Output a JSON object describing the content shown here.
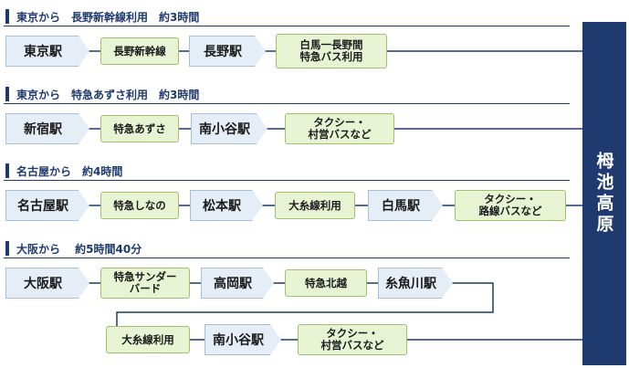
{
  "destination": "栂池高原",
  "routes": [
    {
      "header": "東京から　長野新幹線利用　約3時間",
      "steps": [
        "東京駅",
        "長野新幹線",
        "長野駅",
        "白馬一長野間\n特急バス利用"
      ]
    },
    {
      "header": "東京から　特急あずさ利用　約3時間",
      "steps": [
        "新宿駅",
        "特急あずさ",
        "南小谷駅",
        "タクシー・\n村営バスなど"
      ]
    },
    {
      "header": "名古屋から　約4時間",
      "steps": [
        "名古屋駅",
        "特急しなの",
        "松本駅",
        "大糸線利用",
        "白馬駅",
        "タクシー・\n路線バスなど"
      ]
    },
    {
      "header": "大阪から　 約5時間40分",
      "steps": [
        "大阪駅",
        "特急サンダー\nバード",
        "高岡駅",
        "特急北越",
        "糸魚川駅",
        "大糸線利用",
        "南小谷駅",
        "タクシー・\n村営バスなど"
      ]
    }
  ]
}
